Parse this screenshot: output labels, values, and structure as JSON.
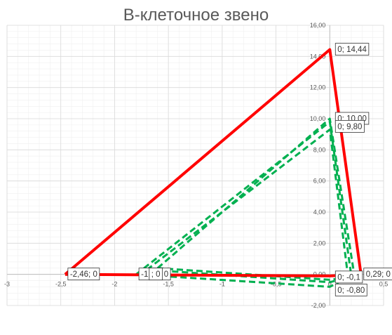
{
  "chart_data": {
    "type": "scatter",
    "title": "B-клеточное звено",
    "xlim": [
      -3,
      0.5
    ],
    "ylim": [
      -2,
      16
    ],
    "x_ticks": [
      "-3",
      "-2,5",
      "-2",
      "-1,5",
      "-1",
      "-0,5",
      "0",
      "0,5"
    ],
    "y_ticks": [
      "-2,00",
      "0,00",
      "2,00",
      "4,00",
      "6,00",
      "8,00",
      "10,00",
      "12,00",
      "14,00",
      "16,00"
    ],
    "x_tick_values": [
      -3,
      -2.5,
      -2,
      -1.5,
      -1,
      -0.5,
      0,
      0.5
    ],
    "y_tick_values": [
      -2,
      0,
      2,
      4,
      6,
      8,
      10,
      12,
      14,
      16
    ],
    "grid": true,
    "series": [
      {
        "color": "#00b050",
        "style": "dashed",
        "points": [
          [
            -1.8,
            0
          ],
          [
            0,
            9.8
          ],
          [
            0.2,
            -0.1
          ],
          [
            0,
            -0.8
          ],
          [
            -1.8,
            0
          ]
        ]
      },
      {
        "color": "#00b050",
        "style": "dashed",
        "points": [
          [
            -1.7,
            0.3
          ],
          [
            0,
            9.3
          ],
          [
            0.17,
            -0.2
          ],
          [
            0,
            -0.5
          ],
          [
            -1.7,
            0.3
          ]
        ]
      },
      {
        "color": "#00b050",
        "style": "dashed",
        "points": [
          [
            -1.6,
            0.4
          ],
          [
            0,
            10.0
          ],
          [
            0.23,
            -0.15
          ],
          [
            0,
            -0.35
          ],
          [
            -1.6,
            0.4
          ]
        ]
      },
      {
        "color": "#ff0000",
        "style": "solid",
        "points": [
          [
            -2.46,
            0
          ],
          [
            0,
            14.44
          ],
          [
            0.29,
            0
          ],
          [
            0,
            -0.1
          ],
          [
            -2.46,
            0
          ]
        ]
      }
    ],
    "data_labels": [
      {
        "text": "0; 14,44",
        "x": 0,
        "y": 14.44
      },
      {
        "text": "0; 10,00",
        "x": 0,
        "y": 10.0
      },
      {
        "text": "0; 9,80",
        "x": 0,
        "y": 9.8
      },
      {
        "text": "-2,46; 0",
        "x": -2.46,
        "y": 0
      },
      {
        "text": "-1,80; 0",
        "x": -1.8,
        "y": 0
      },
      {
        "text": "; 0",
        "x": -1.6,
        "y": 0
      },
      {
        "text": "0,29; 0",
        "x": 0.29,
        "y": 0
      },
      {
        "text": "0; -0,1",
        "x": 0,
        "y": -0.1
      },
      {
        "text": "0; -0,80",
        "x": 0,
        "y": -0.8
      }
    ]
  }
}
